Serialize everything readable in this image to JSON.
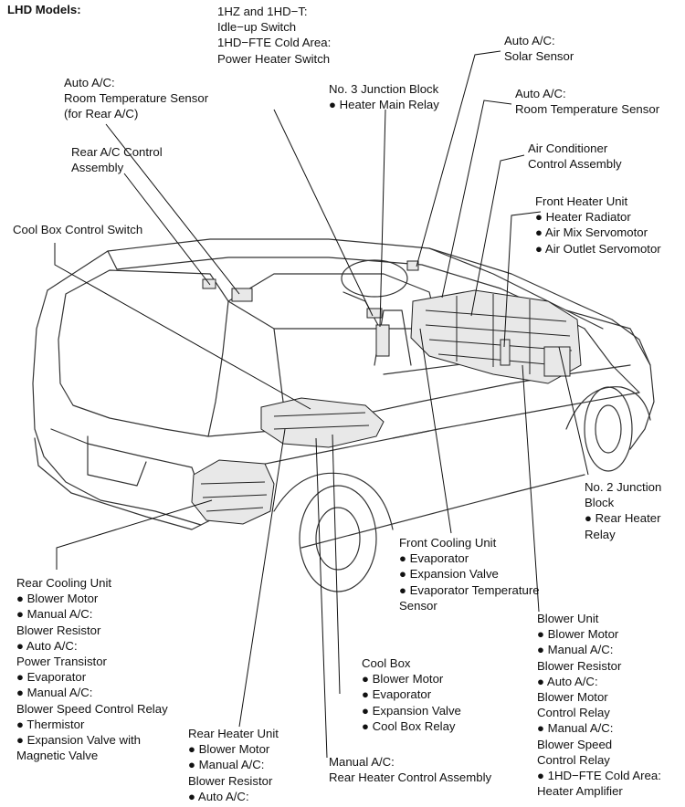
{
  "page_title": "LHD Models:",
  "labels": {
    "engine_switches": [
      "1HZ and 1HD−T:",
      "Idle−up Switch",
      "1HD−FTE Cold Area:",
      "Power Heater Switch"
    ],
    "room_temp_rear": [
      "Auto A/C:",
      "Room Temperature Sensor",
      "(for Rear A/C)"
    ],
    "rear_ac_control": [
      "Rear A/C Control",
      "Assembly"
    ],
    "cool_box_switch": [
      "Cool Box Control Switch"
    ],
    "junction_block_3": [
      "No. 3 Junction Block",
      "● Heater Main Relay"
    ],
    "solar_sensor": [
      "Auto A/C:",
      "Solar Sensor"
    ],
    "room_temp_front": [
      "Auto A/C:",
      "Room Temperature Sensor"
    ],
    "ac_control": [
      "Air Conditioner",
      "Control Assembly"
    ],
    "front_heater": [
      "Front Heater Unit",
      "● Heater Radiator",
      "● Air Mix Servomotor",
      "● Air Outlet Servomotor"
    ],
    "junction_block_2": [
      "No. 2 Junction",
      "Block",
      "● Rear Heater",
      "Relay"
    ],
    "front_cooling": [
      "Front Cooling Unit",
      "● Evaporator",
      "● Expansion Valve",
      "● Evaporator Temperature",
      "Sensor"
    ],
    "rear_cooling": [
      "Rear Cooling Unit",
      "● Blower Motor",
      "● Manual A/C:",
      "Blower Resistor",
      "● Auto A/C:",
      "Power Transistor",
      "● Evaporator",
      "● Manual A/C:",
      "Blower Speed Control Relay",
      "● Thermistor",
      "● Expansion Valve with",
      "Magnetic Valve"
    ],
    "blower_unit": [
      "Blower Unit",
      "● Blower Motor",
      "● Manual A/C:",
      "Blower Resistor",
      "● Auto A/C:",
      "Blower Motor",
      "Control Relay",
      "● Manual A/C:",
      "Blower Speed",
      "Control Relay",
      "● 1HD−FTE Cold Area:",
      "Heater Amplifier"
    ],
    "cool_box": [
      "Cool Box",
      "● Blower Motor",
      "● Evaporator",
      "● Expansion Valve",
      "● Cool Box Relay"
    ],
    "rear_heater_unit": [
      "Rear Heater Unit",
      "● Blower Motor",
      "● Manual A/C:",
      "Blower Resistor",
      "● Auto A/C:"
    ],
    "rear_heater_control": [
      "Manual A/C:",
      "Rear Heater Control Assembly"
    ]
  }
}
